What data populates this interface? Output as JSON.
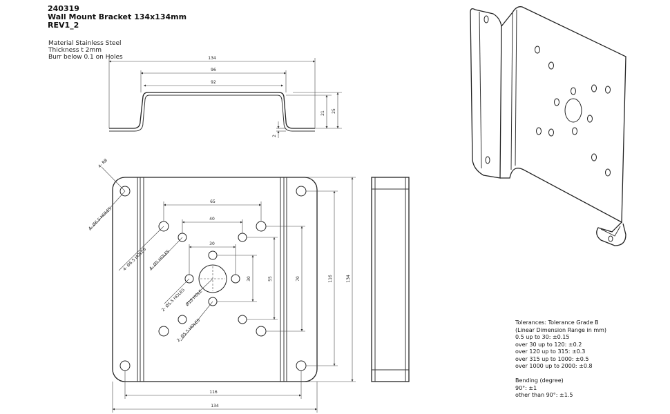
{
  "title": {
    "line1": "240319",
    "line2": "Wall Mount Bracket 134x134mm",
    "line3": "REV1_2"
  },
  "notes": [
    "Material Stainless Steel",
    "Thickness t 2mm",
    "Burr below 0.1 on Holes"
  ],
  "dimensions": {
    "side_overall": "134",
    "side_outer": "96",
    "side_inner": "92",
    "side_h21": "21",
    "side_h25": "25",
    "side_t2": "2",
    "r8": "4- R8",
    "holes_corner": "4- Ø6.5 HOLES",
    "holes_65": "4- Ø6.5 HOLES",
    "holes_40": "4- Ø5 HOLES",
    "center_hole": "Ø18 HOLE",
    "holes_30a": "2- Ø5.5 HOLES",
    "holes_30b": "2- Ø5.5 HOLES",
    "d65": "65",
    "d40": "40",
    "d30": "30",
    "v30": "30",
    "v55": "55",
    "v70": "70",
    "v116": "116",
    "v134": "134",
    "h116": "116",
    "h134": "134"
  },
  "tolerances": [
    "Tolerances: Tolerance Grade B",
    "(Linear Dimension Range in mm)",
    "0.5 up to 30: ±0.15",
    "over 30 up to 120: ±0.2",
    "over 120 up to 315: ±0.3",
    "over 315 up to 1000: ±0.5",
    "over 1000 up to 2000: ±0.8",
    "",
    "Bending (degree)",
    "90°: ±1",
    "other than 90°: ±1.5"
  ]
}
